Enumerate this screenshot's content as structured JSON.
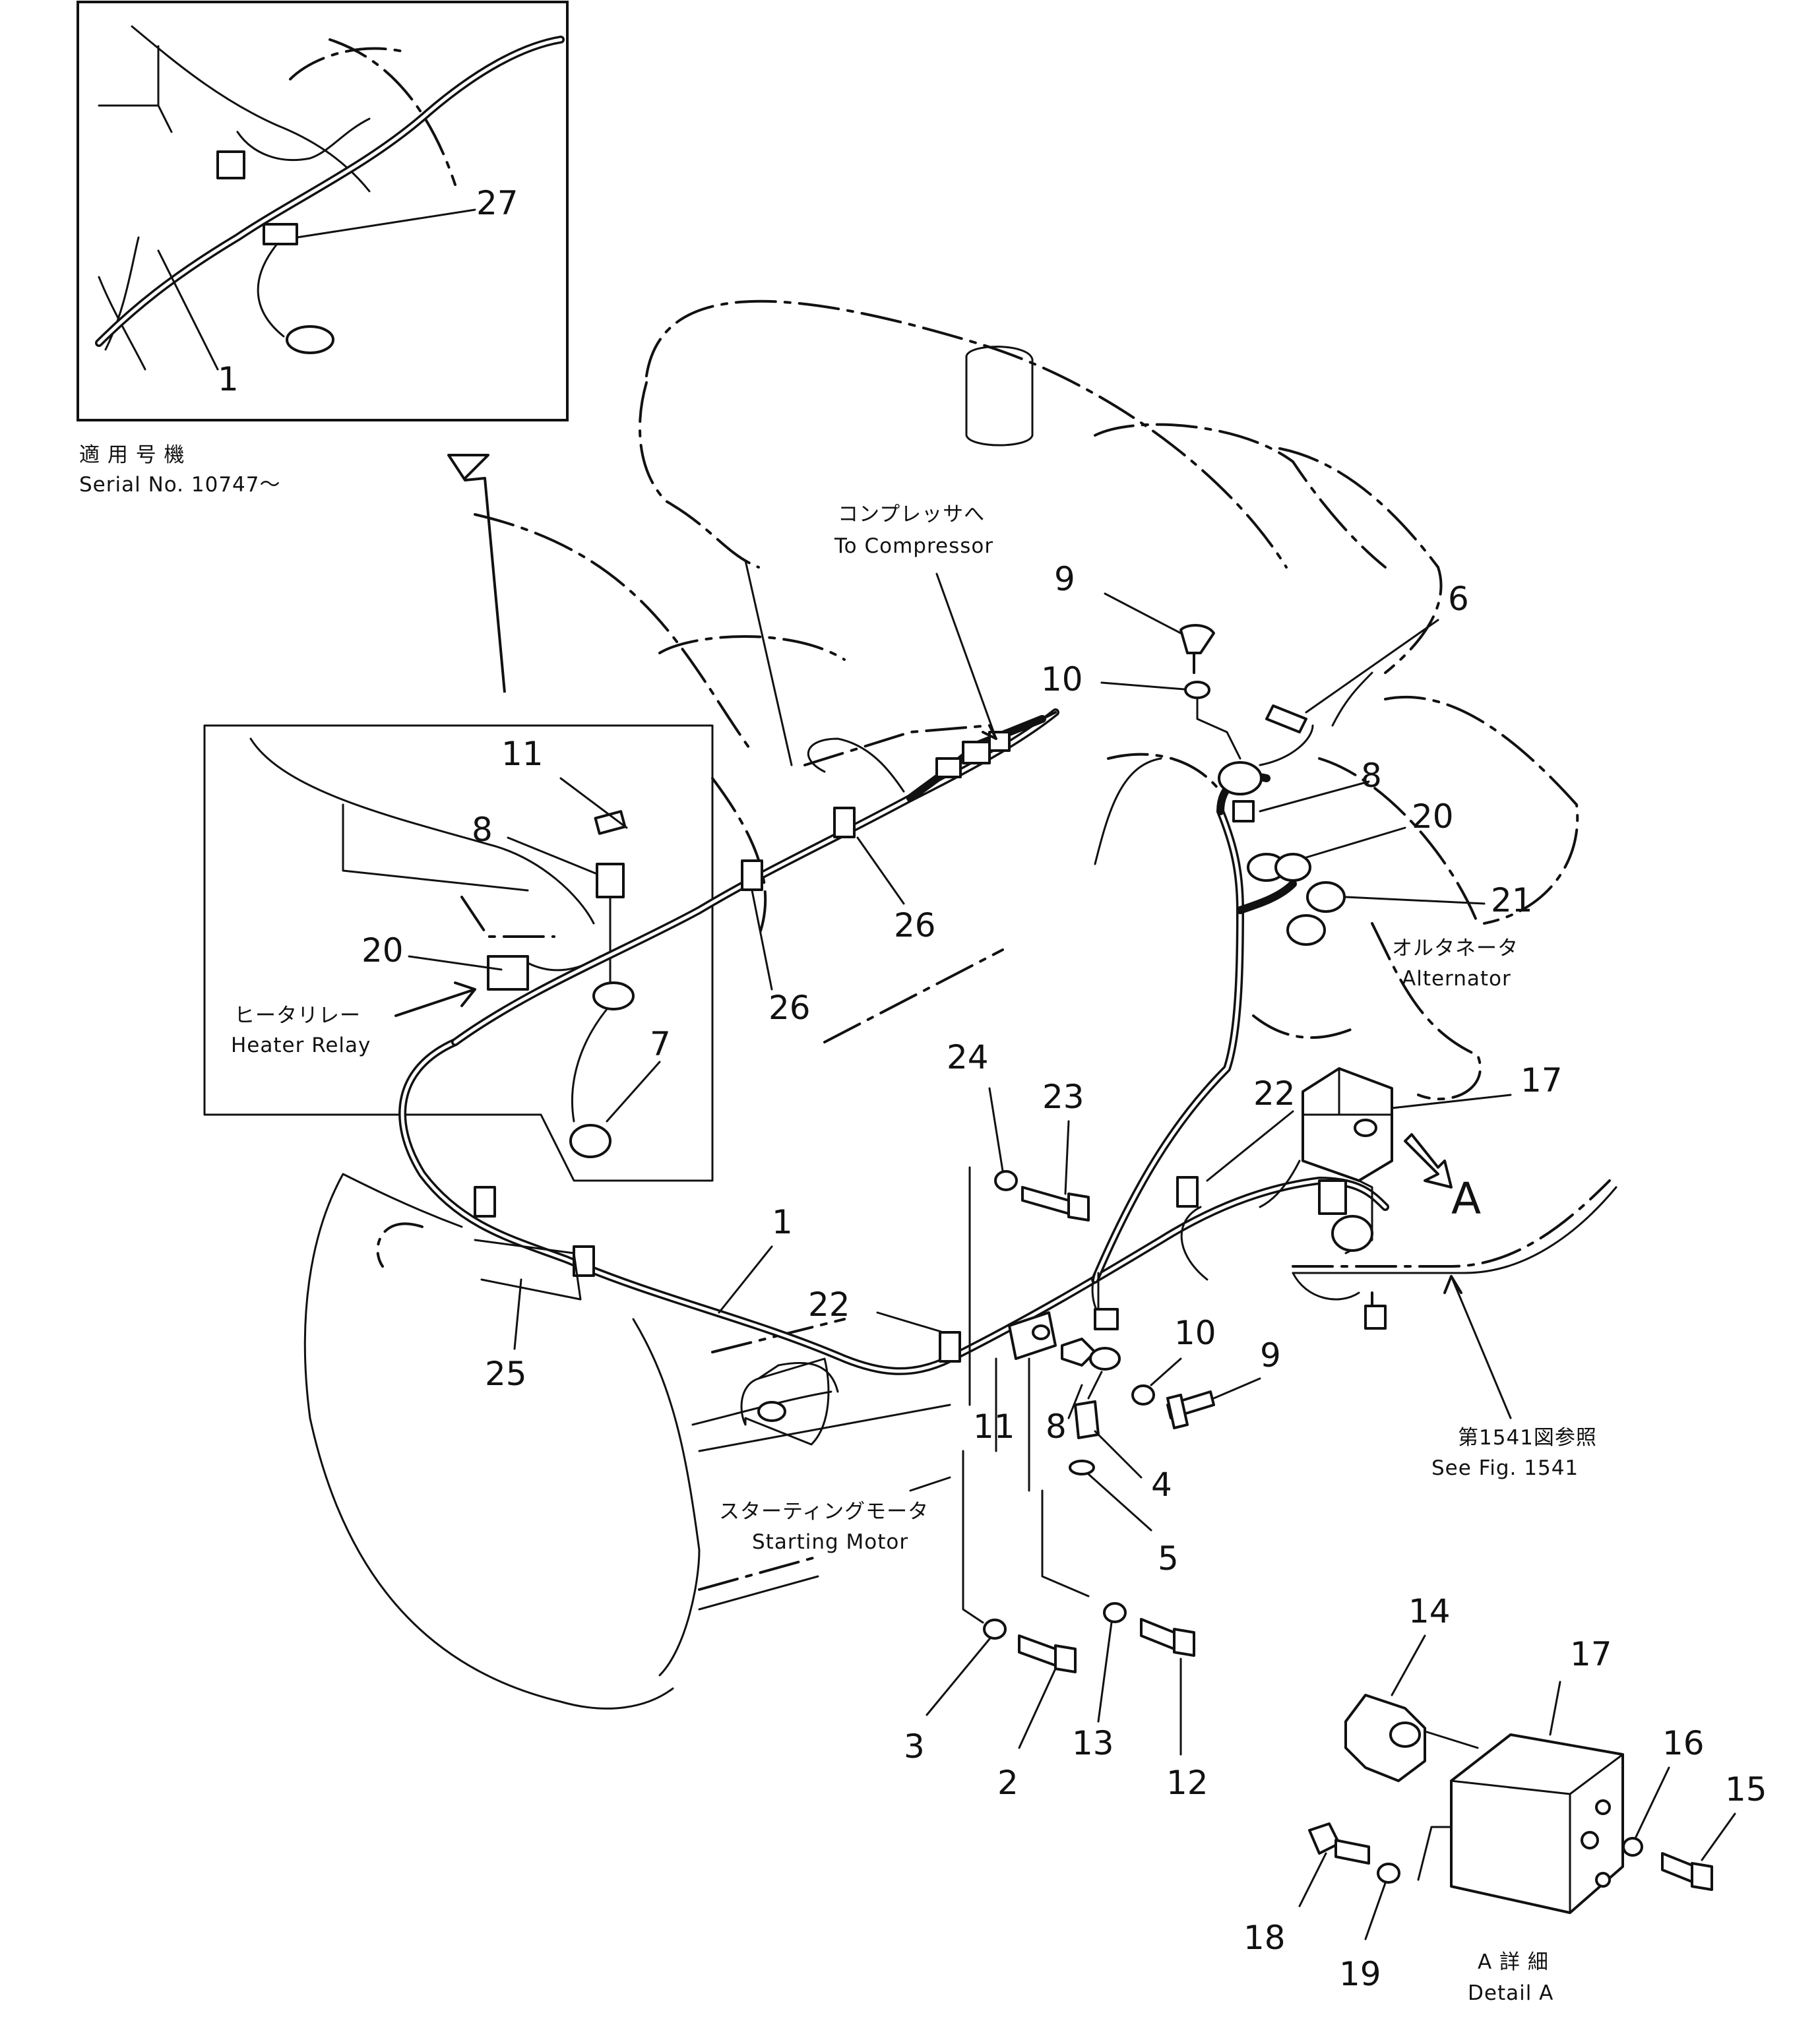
{
  "inset_top": {
    "serial_label_jp": "適 用 号 機",
    "serial_label_en": "Serial No. 10747～"
  },
  "labels": {
    "compressor_jp": "コンプレッサへ",
    "compressor_en": "To Compressor",
    "alternator_jp": "オルタネータ",
    "alternator_en": "Alternator",
    "heater_relay_jp": "ヒータリレー",
    "heater_relay_en": "Heater Relay",
    "starting_motor_jp": "スターティングモータ",
    "starting_motor_en": "Starting Motor",
    "see_fig_jp": "第1541図参照",
    "see_fig_en": "See Fig. 1541",
    "detail_jp": "A 詳 細",
    "detail_en": "Detail A",
    "view_marker": "A"
  },
  "callouts": {
    "c27": "27",
    "c1_inset": "1",
    "c9_top": "9",
    "c10_top": "10",
    "c6": "6",
    "c8_alt": "8",
    "c20_alt": "20",
    "c21": "21",
    "c11_relay": "11",
    "c8_relay": "8",
    "c20_relay": "20",
    "c7": "7",
    "c26_a": "26",
    "c26_b": "26",
    "c24": "24",
    "c23": "23",
    "c22_upper": "22",
    "c17_upper": "17",
    "c1": "1",
    "c22_lower": "22",
    "c25": "25",
    "c10_mid": "10",
    "c9_mid": "9",
    "c11_mid": "11",
    "c8_mid": "8",
    "c4": "4",
    "c5": "5",
    "c3": "3",
    "c2": "2",
    "c13": "13",
    "c12": "12",
    "c14": "14",
    "c17_detail": "17",
    "c16": "16",
    "c15": "15",
    "c18": "18",
    "c19": "19"
  }
}
